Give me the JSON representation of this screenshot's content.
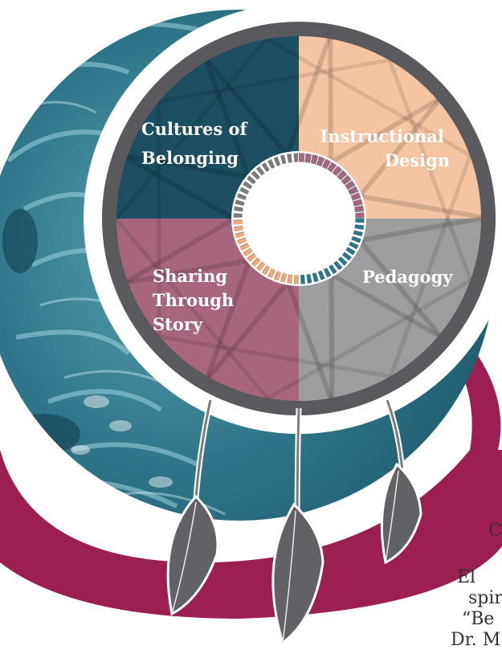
{
  "colors": {
    "teal": "#1d4f63",
    "peach": "#f5c4a2",
    "mauve": "#a7657e",
    "gray": "#9d9c9f",
    "ring": "#5a595d",
    "crimson": "#9b1f50",
    "photo_teal": "#2e6f82",
    "feather": "#626166"
  },
  "quadrants": [
    {
      "id": "top-left",
      "lines": [
        "Cultures of",
        "Belonging"
      ],
      "color_key": "teal"
    },
    {
      "id": "top-right",
      "lines": [
        "Instructional",
        "Design"
      ],
      "color_key": "peach"
    },
    {
      "id": "bottom-left",
      "lines": [
        "Sharing",
        "Through",
        "Story"
      ],
      "color_key": "mauve"
    },
    {
      "id": "bottom-right",
      "lines": [
        "Pedagogy"
      ],
      "color_key": "gray"
    }
  ],
  "side_text": {
    "line1": "C",
    "line2": "El",
    "line3": "spir",
    "line4": "“Be",
    "line5": "Dr. M"
  }
}
